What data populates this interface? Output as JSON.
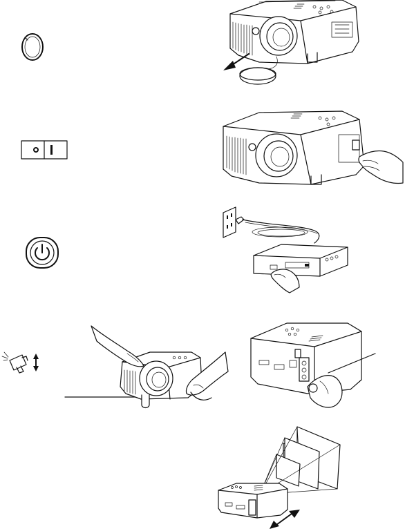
{
  "page": {
    "background": "#ffffff",
    "ink": "#111111"
  },
  "steps": [
    {
      "icon": "lens-cap-ring-icon",
      "illustration": "projector-lens-cap-removal"
    },
    {
      "icon": "power-rocker-switch-icon",
      "illustration": "projector-rear-power-switch"
    },
    {
      "icon": "power-button-icon",
      "illustration": "video-source-power-on"
    },
    {
      "icon": "elevator-foot-adjust-icon",
      "illustration": "projector-height-adjust"
    },
    {
      "icon": null,
      "illustration": "projector-focus-zoom-distance"
    }
  ]
}
